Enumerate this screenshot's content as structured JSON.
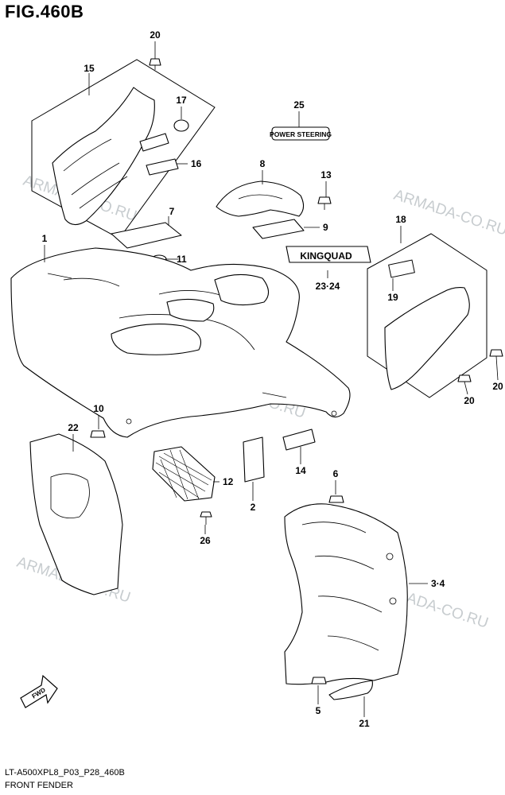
{
  "title": "FIG.460B",
  "footer": {
    "code": "LT-A500XPL8_P03_P28_460B",
    "name": "FRONT FENDER"
  },
  "watermark": "ARMADA-CO.RU",
  "stickers": {
    "power_steering": "POWER STEERING",
    "kingquad": "KINGQUAD"
  },
  "fwd_label": "FWD",
  "callouts": {
    "c1": "1",
    "c2": "2",
    "c3_4": "3·4",
    "c5": "5",
    "c6": "6",
    "c7": "7",
    "c8": "8",
    "c9": "9",
    "c10": "10",
    "c11": "11",
    "c12": "12",
    "c13": "13",
    "c14": "14",
    "c15": "15",
    "c16": "16",
    "c17": "17",
    "c18": "18",
    "c19": "19",
    "c20_top": "20",
    "c20_right_a": "20",
    "c20_right_b": "20",
    "c21": "21",
    "c22": "22",
    "c23_24": "23·24",
    "c25": "25",
    "c26": "26"
  },
  "colors": {
    "ink": "#000000",
    "paper": "#ffffff",
    "watermark": "#9aa3a8"
  }
}
